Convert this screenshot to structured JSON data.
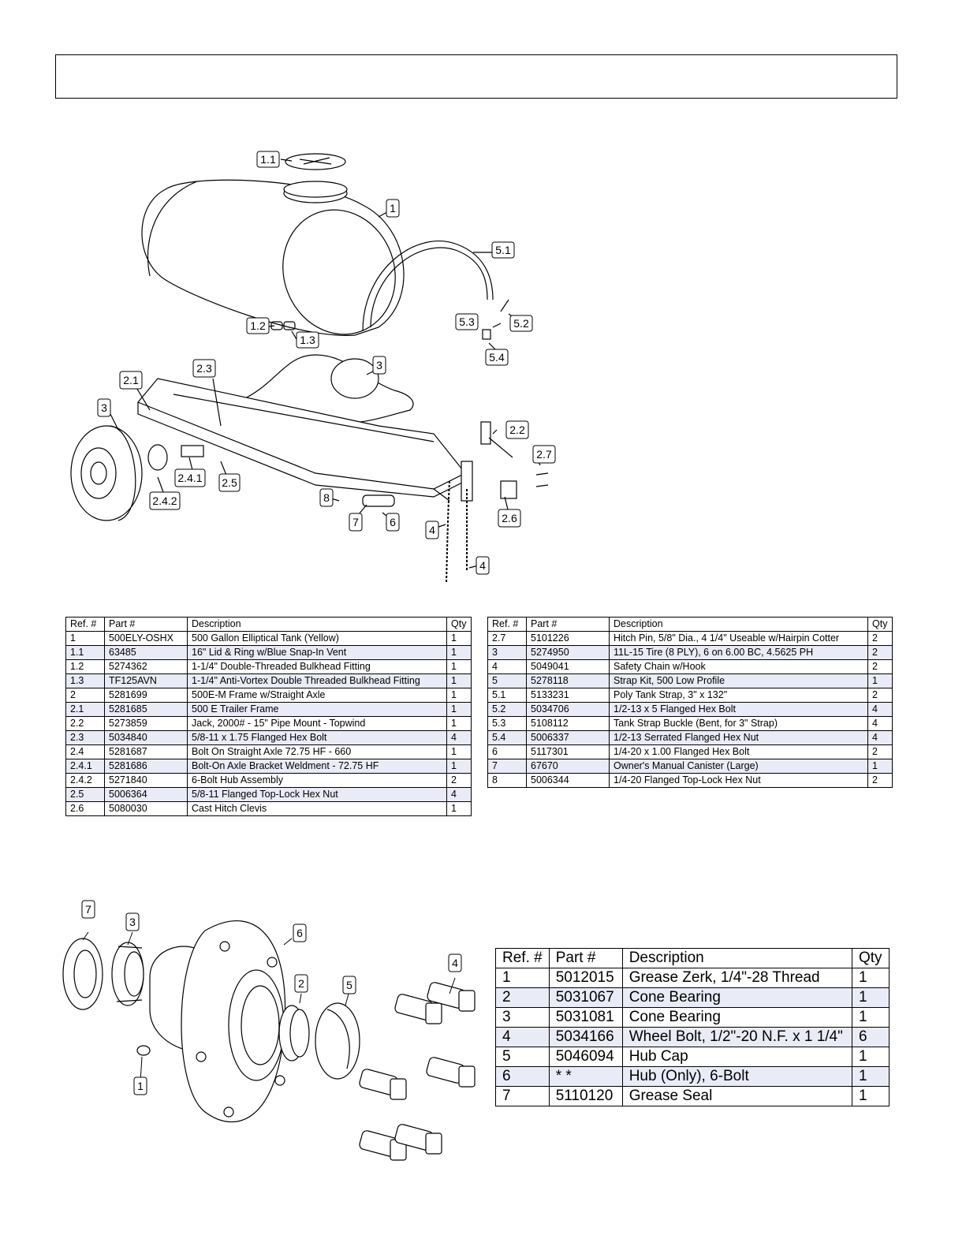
{
  "header": {
    "title": ""
  },
  "trailer_diagram": {
    "callouts": [
      "1.1",
      "1",
      "5.1",
      "5.2",
      "5.3",
      "5.4",
      "1.2",
      "1.3",
      "2.3",
      "3",
      "2.1",
      "3",
      "2.2",
      "2.7",
      "2.4.1",
      "2.5",
      "2.4.2",
      "8",
      "7",
      "6",
      "4",
      "2.6",
      "4"
    ]
  },
  "hub_diagram": {
    "callouts": [
      "7",
      "3",
      "6",
      "2",
      "5",
      "4",
      "1"
    ]
  },
  "parts_table_left": {
    "headers": [
      "Ref. #",
      "Part #",
      "Description",
      "Qty"
    ],
    "rows": [
      [
        "1",
        "500ELY-OSHX",
        "500 Gallon Elliptical Tank (Yellow)",
        "1"
      ],
      [
        "1.1",
        "63485",
        "16\" Lid & Ring w/Blue Snap-In Vent",
        "1"
      ],
      [
        "1.2",
        "5274362",
        "1-1/4\" Double-Threaded Bulkhead Fitting",
        "1"
      ],
      [
        "1.3",
        "TF125AVN",
        "1-1/4\" Anti-Vortex Double Threaded Bulkhead Fitting",
        "1"
      ],
      [
        "2",
        "5281699",
        "500E-M Frame w/Straight Axle",
        "1"
      ],
      [
        "2.1",
        "5281685",
        "500 E Trailer Frame",
        "1"
      ],
      [
        "2.2",
        "5273859",
        "Jack, 2000# - 15\" Pipe Mount - Topwind",
        "1"
      ],
      [
        "2.3",
        "5034840",
        "5/8-11 x 1.75 Flanged Hex Bolt",
        "4"
      ],
      [
        "2.4",
        "5281687",
        "Bolt On Straight Axle 72.75 HF - 660",
        "1"
      ],
      [
        "2.4.1",
        "5281686",
        "Bolt-On Axle Bracket Weldment - 72.75 HF",
        "1"
      ],
      [
        "2.4.2",
        "5271840",
        "6-Bolt Hub Assembly",
        "2"
      ],
      [
        "2.5",
        "5006364",
        "5/8-11 Flanged Top-Lock Hex Nut",
        "4"
      ],
      [
        "2.6",
        "5080030",
        "Cast Hitch Clevis",
        "1"
      ]
    ]
  },
  "parts_table_right": {
    "headers": [
      "Ref. #",
      "Part #",
      "Description",
      "Qty"
    ],
    "rows": [
      [
        "2.7",
        "5101226",
        "Hitch Pin, 5/8\" Dia., 4 1/4\" Useable w/Hairpin Cotter",
        "2"
      ],
      [
        "3",
        "5274950",
        "11L-15 Tire (8 PLY), 6 on 6.00 BC, 4.5625 PH",
        "2"
      ],
      [
        "4",
        "5049041",
        "Safety Chain w/Hook",
        "2"
      ],
      [
        "5",
        "5278118",
        "Strap Kit, 500 Low Profile",
        "1"
      ],
      [
        "5.1",
        "5133231",
        "Poly Tank Strap, 3\" x 132\"",
        "2"
      ],
      [
        "5.2",
        "5034706",
        "1/2-13 x 5 Flanged Hex Bolt",
        "4"
      ],
      [
        "5.3",
        "5108112",
        "Tank Strap Buckle (Bent, for 3\" Strap)",
        "4"
      ],
      [
        "5.4",
        "5006337",
        "1/2-13 Serrated Flanged Hex Nut",
        "4"
      ],
      [
        "6",
        "5117301",
        "1/4-20 x 1.00 Flanged Hex Bolt",
        "2"
      ],
      [
        "7",
        "67670",
        "Owner's Manual Canister (Large)",
        "1"
      ],
      [
        "8",
        "5006344",
        "1/4-20 Flanged Top-Lock Hex Nut",
        "2"
      ]
    ]
  },
  "hub_parts_table": {
    "headers": [
      "Ref. #",
      "Part #",
      "Description",
      "Qty"
    ],
    "rows": [
      [
        "1",
        "5012015",
        "Grease Zerk, 1/4\"-28 Thread",
        "1"
      ],
      [
        "2",
        "5031067",
        "Cone Bearing",
        "1"
      ],
      [
        "3",
        "5031081",
        "Cone Bearing",
        "1"
      ],
      [
        "4",
        "5034166",
        "Wheel Bolt, 1/2\"-20 N.F. x 1 1/4\"",
        "6"
      ],
      [
        "5",
        "5046094",
        "Hub Cap",
        "1"
      ],
      [
        "6",
        "* *",
        "Hub (Only), 6-Bolt",
        "1"
      ],
      [
        "7",
        "5110120",
        "Grease Seal",
        "1"
      ]
    ]
  }
}
